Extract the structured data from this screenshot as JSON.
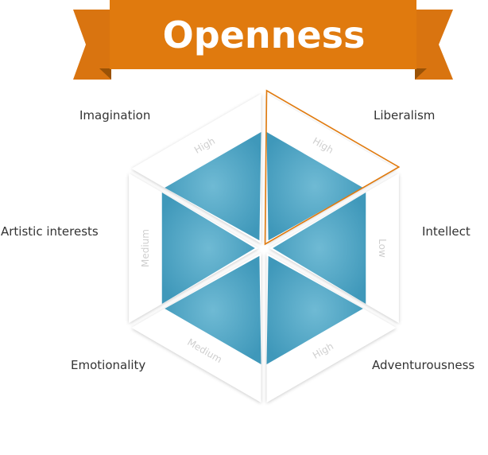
{
  "banner": {
    "title": "Openness",
    "color": "#e07a0e",
    "dark_color": "#a85a08"
  },
  "fill_color": "#4aa3c4",
  "highlight_color": "#e07a0e",
  "facets": [
    {
      "id": "liberalism",
      "label": "Liberalism",
      "level": "High",
      "highlighted": true
    },
    {
      "id": "intellect",
      "label": "Intellect",
      "level": "Low",
      "highlighted": false
    },
    {
      "id": "adventurousness",
      "label": "Adventurousness",
      "level": "High",
      "highlighted": false
    },
    {
      "id": "emotionality",
      "label": "Emotionality",
      "level": "Medium",
      "highlighted": false
    },
    {
      "id": "artistic-interests",
      "label": "Artistic interests",
      "level": "Medium",
      "highlighted": false
    },
    {
      "id": "imagination",
      "label": "Imagination",
      "level": "High",
      "highlighted": false
    }
  ]
}
